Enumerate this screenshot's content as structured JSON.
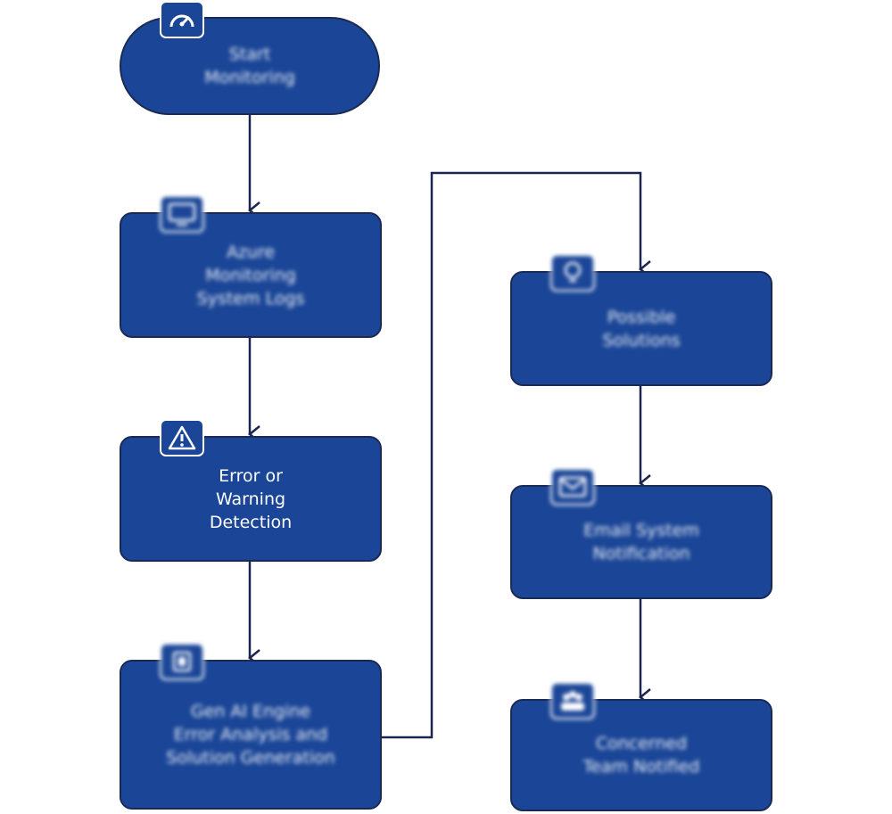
{
  "nodes": {
    "start": {
      "lines": [
        "Start",
        "Monitoring"
      ],
      "icon": "gauge-icon"
    },
    "logs": {
      "lines": [
        "Azure",
        "Monitoring",
        "System Logs"
      ],
      "icon": "monitor-icon"
    },
    "error": {
      "lines": [
        "Error or",
        "Warning",
        "Detection"
      ],
      "icon": "warning-icon"
    },
    "genai": {
      "lines": [
        "Gen AI Engine",
        "Error Analysis and",
        "Solution Generation"
      ],
      "icon": "chip-icon"
    },
    "solutions": {
      "lines": [
        "Possible",
        "Solutions"
      ],
      "icon": "lightbulb-icon"
    },
    "email": {
      "lines": [
        "Email System",
        "Notification"
      ],
      "icon": "envelope-icon"
    },
    "team": {
      "lines": [
        "Concerned",
        "Team Notified"
      ],
      "icon": "team-icon"
    }
  },
  "colors": {
    "node_fill": "#1b4697",
    "node_border": "#1a2a55",
    "connector": "#1b2550",
    "text": "#ffffff"
  }
}
